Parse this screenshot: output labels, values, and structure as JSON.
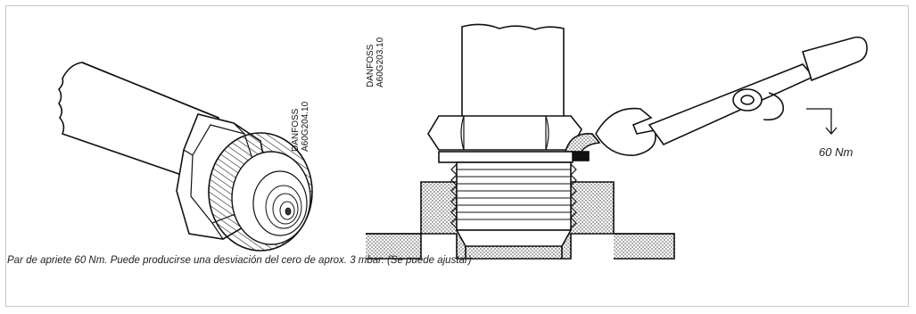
{
  "left_drawing": {
    "label_line1": "DANFOSS",
    "label_line2": "A60G204.10"
  },
  "right_drawing": {
    "label_line1": "DANFOSS",
    "label_line2": "A60G203.10"
  },
  "torque": {
    "value_label": "60 Nm"
  },
  "caption": {
    "text": "Par de apriete 60 Nm. Puede producirse una desviación del cero de aprox. 3 mbar. (Se puede ajustar)"
  }
}
